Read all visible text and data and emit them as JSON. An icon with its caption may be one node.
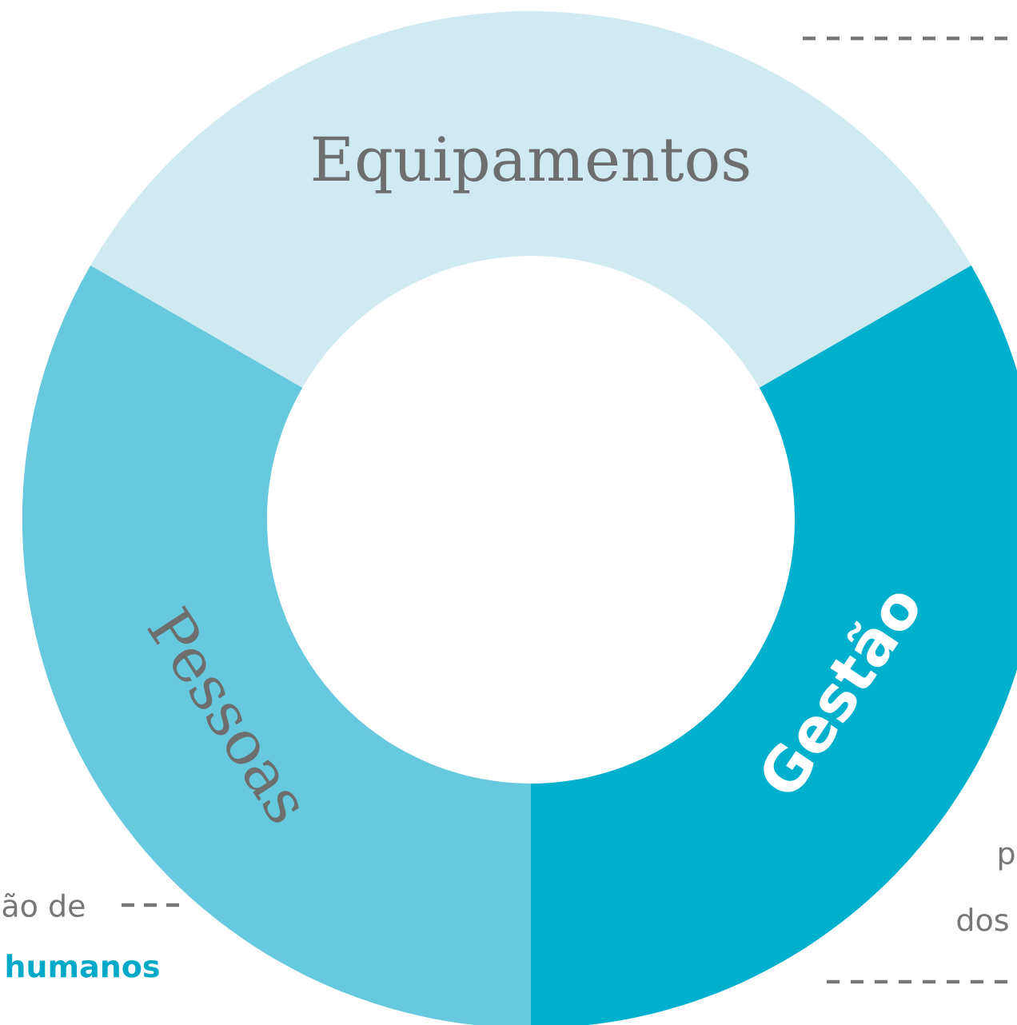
{
  "diagram": {
    "nodes": [
      {
        "text": [
          "Equipamentos"
        ]
      },
      {
        "text": [
          "Gestão"
        ]
      },
      {
        "text": [
          "Pessoas"
        ]
      }
    ],
    "labels": [
      "ão de",
      "humanos",
      "p",
      "dos"
    ]
  }
}
